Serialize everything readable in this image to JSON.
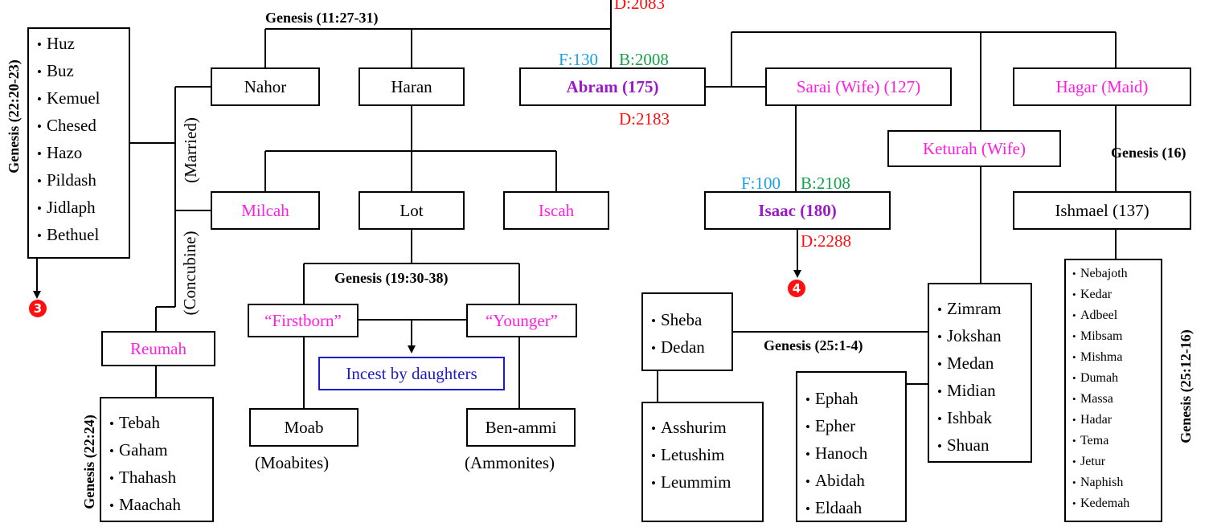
{
  "boxes": {
    "nahor": "Nahor",
    "haran": "Haran",
    "abram": "Abram (175)",
    "sarai": "Sarai (Wife) (127)",
    "hagar": "Hagar (Maid)",
    "keturah": "Keturah (Wife)",
    "milcah": "Milcah",
    "lot": "Lot",
    "iscah": "Iscah",
    "isaac": "Isaac (180)",
    "ishmael": "Ishmael (137)",
    "reumah": "Reumah",
    "firstborn": "“Firstborn”",
    "younger": "“Younger”",
    "incest": "Incest by daughters",
    "moab": "Moab",
    "benammi": "Ben-ammi"
  },
  "labels": {
    "abram_father_age": "F:130",
    "abram_birth": "B:2008",
    "abram_death": "D:2183",
    "top_death": "D:2083",
    "isaac_father_age": "F:100",
    "isaac_birth": "B:2108",
    "isaac_death": "D:2288",
    "moabites": "(Moabites)",
    "ammonites": "(Ammonites)",
    "married": "(Married)",
    "concubine": "(Concubine)"
  },
  "refs": {
    "gen_11": "Genesis (11:27-31)",
    "gen_22_20": "Genesis (22:20-23)",
    "gen_22_24": "Genesis (22:24)",
    "gen_19": "Genesis (19:30-38)",
    "gen_16": "Genesis (16)",
    "gen_25_1": "Genesis (25:1-4)",
    "gen_25_12": "Genesis (25:12-16)"
  },
  "badges": {
    "three": "3",
    "four": "4"
  },
  "lists": {
    "nahor_sons": [
      "Huz",
      "Buz",
      "Kemuel",
      "Chesed",
      "Hazo",
      "Pildash",
      "Jidlaph",
      "Bethuel"
    ],
    "reumah_sons": [
      "Tebah",
      "Gaham",
      "Thahash",
      "Maachah"
    ],
    "keturah_sons": [
      "Zimram",
      "Jokshan",
      "Medan",
      "Midian",
      "Ishbak",
      "Shuan"
    ],
    "jokshan_sons": [
      "Sheba",
      "Dedan"
    ],
    "dedan_sons": [
      "Asshurim",
      "Letushim",
      "Leummim"
    ],
    "midian_sons": [
      "Ephah",
      "Epher",
      "Hanoch",
      "Abidah",
      "Eldaah"
    ],
    "ishmael_sons": [
      "Nebajoth",
      "Kedar",
      "Adbeel",
      "Mibsam",
      "Mishma",
      "Dumah",
      "Massa",
      "Hadar",
      "Tema",
      "Jetur",
      "Naphish",
      "Kedemah"
    ]
  },
  "colors": {
    "female": "#ff1fe0",
    "patriarch": "#9a19c8",
    "father_age": "#1aa0e6",
    "birth": "#14a24a",
    "death": "#ff1010",
    "note": "#1f1ac8"
  }
}
